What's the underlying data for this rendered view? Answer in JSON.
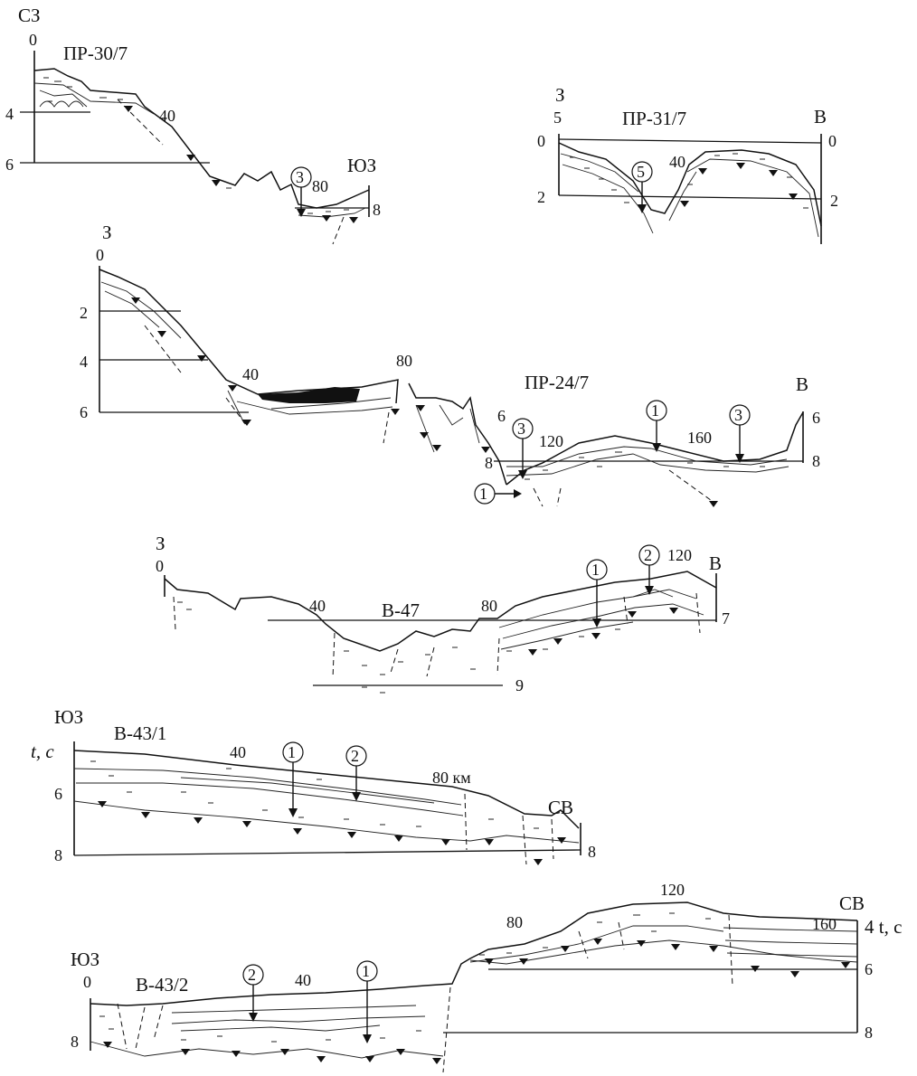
{
  "profiles": [
    {
      "id": "pr-30-7",
      "name": "ПР-30/7",
      "dir_left": "СЗ",
      "dir_right": "ЮЗ",
      "km_ticks": [
        {
          "text": "0"
        },
        {
          "text": "40"
        },
        {
          "text": "80"
        }
      ],
      "depth_left": [
        {
          "text": "4"
        },
        {
          "text": "6"
        }
      ],
      "depth_right": [
        {
          "text": "8"
        }
      ],
      "markers": [
        {
          "text": "3"
        }
      ]
    },
    {
      "id": "pr-31-7",
      "name": "ПР-31/7",
      "dir_left": "З",
      "dir_right": "В",
      "km_ticks": [
        {
          "text": "5"
        },
        {
          "text": "40"
        }
      ],
      "depth_left": [
        {
          "text": "0"
        },
        {
          "text": "2"
        }
      ],
      "depth_right": [
        {
          "text": "0"
        },
        {
          "text": "2"
        }
      ],
      "markers": [
        {
          "text": "5"
        }
      ]
    },
    {
      "id": "pr-24-7",
      "name": "ПР-24/7",
      "dir_left": "З",
      "dir_right": "В",
      "km_ticks": [
        {
          "text": "0"
        },
        {
          "text": "40"
        },
        {
          "text": "80"
        },
        {
          "text": "120"
        },
        {
          "text": "160"
        }
      ],
      "depth_left": [
        {
          "text": "2"
        },
        {
          "text": "4"
        },
        {
          "text": "6"
        }
      ],
      "depth_mid": [
        {
          "text": "6"
        },
        {
          "text": "8"
        }
      ],
      "depth_right": [
        {
          "text": "6"
        },
        {
          "text": "8"
        }
      ],
      "markers": [
        {
          "text": "3"
        },
        {
          "text": "1"
        },
        {
          "text": "3"
        },
        {
          "text": "1"
        }
      ]
    },
    {
      "id": "v-47",
      "name": "В-47",
      "dir_left": "З",
      "dir_right": "В",
      "km_ticks": [
        {
          "text": "0"
        },
        {
          "text": "40"
        },
        {
          "text": "80"
        },
        {
          "text": "120"
        }
      ],
      "depth_right": [
        {
          "text": "7"
        },
        {
          "text": "9"
        }
      ],
      "markers": [
        {
          "text": "1"
        },
        {
          "text": "2"
        }
      ]
    },
    {
      "id": "v-43-1",
      "name": "В-43/1",
      "dir_left": "ЮЗ",
      "dir_right": "СВ",
      "axis_label": "t, с",
      "km_ticks": [
        {
          "text": "40"
        },
        {
          "text": "80 км"
        }
      ],
      "depth_left": [
        {
          "text": "6"
        },
        {
          "text": "8"
        }
      ],
      "depth_right": [
        {
          "text": "8"
        }
      ],
      "markers": [
        {
          "text": "1"
        },
        {
          "text": "2"
        }
      ]
    },
    {
      "id": "v-43-2",
      "name": "В-43/2",
      "dir_left": "ЮЗ",
      "dir_right": "СВ",
      "axis_label": "4 t, с",
      "km_ticks": [
        {
          "text": "0"
        },
        {
          "text": "40"
        },
        {
          "text": "80"
        },
        {
          "text": "120"
        },
        {
          "text": "160"
        }
      ],
      "depth_left": [
        {
          "text": "8"
        }
      ],
      "depth_right": [
        {
          "text": "6"
        },
        {
          "text": "8"
        }
      ],
      "markers": [
        {
          "text": "2"
        },
        {
          "text": "1"
        }
      ]
    }
  ]
}
